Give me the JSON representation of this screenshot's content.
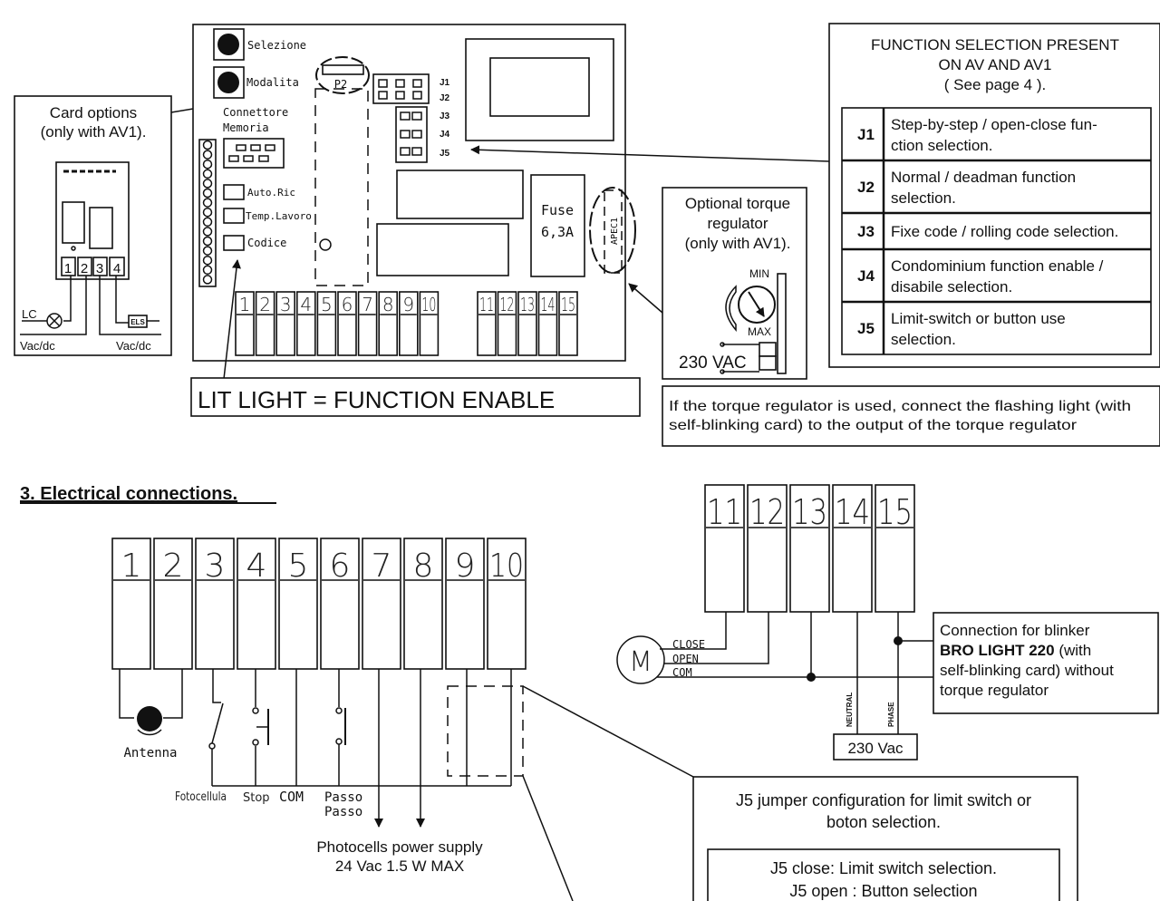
{
  "card_options": {
    "title_line1": "Card options",
    "title_line2": "(only with AV1).",
    "terminals": [
      "1",
      "2",
      "3",
      "4"
    ],
    "lamp_label": "LC",
    "els_label": "ELS",
    "left_supply": "Vac/dc",
    "right_supply": "Vac/dc"
  },
  "board": {
    "buttons": [
      {
        "label": "Selezione"
      },
      {
        "label": "Modalita"
      }
    ],
    "p2_label": "P2",
    "memory_connector_line1": "Connettore",
    "memory_connector_line2": "Memoria",
    "leds": [
      {
        "label": "Auto.Ric"
      },
      {
        "label": "Temp.Lavoro"
      },
      {
        "label": "Codice"
      }
    ],
    "jumpers": [
      "J1",
      "J2",
      "J3",
      "J4",
      "J5"
    ],
    "fuse_line1": "Fuse",
    "fuse_line2": "6,3A",
    "apec_label": "APEC1",
    "terminals_left": [
      "1",
      "2",
      "3",
      "4",
      "5",
      "6",
      "7",
      "8",
      "9",
      "10"
    ],
    "terminals_right": [
      "11",
      "12",
      "13",
      "14",
      "15"
    ]
  },
  "lit_light": "LIT LIGHT = FUNCTION ENABLE",
  "torque_regulator": {
    "title_line1": "Optional torque",
    "title_line2": "regulator",
    "title_line3": "(only with AV1).",
    "min_label": "MIN",
    "max_label": "MAX",
    "supply_label": "230 VAC"
  },
  "torque_note": {
    "line1": "If the torque regulator is used, connect the flashing light (with",
    "line2": "self-blinking card) to the output of the torque regulator"
  },
  "function_selection": {
    "title_line1": "FUNCTION SELECTION PRESENT",
    "title_line2": "ON AV AND AV1",
    "title_line3": "( See page 4 ).",
    "rows": [
      {
        "jumper": "J1",
        "line1": "Step-by-step / open-close fun-",
        "line2": "ction selection."
      },
      {
        "jumper": "J2",
        "line1": "Normal / deadman function",
        "line2": "selection."
      },
      {
        "jumper": "J3",
        "line1": "Fixe code / rolling code selection.",
        "line2": ""
      },
      {
        "jumper": "J4",
        "line1": "Condominium function enable /",
        "line2": "disabile selection."
      },
      {
        "jumper": "J5",
        "line1": "Limit-switch or button use",
        "line2": "selection."
      }
    ]
  },
  "section": {
    "title": "3. Electrical connections."
  },
  "wiring_left": {
    "terminals": [
      "1",
      "2",
      "3",
      "4",
      "5",
      "6",
      "7",
      "8",
      "9",
      "10"
    ],
    "antenna_label": "Antenna",
    "labels": {
      "fotocellula": "Fotocellula",
      "stop": "Stop",
      "com": "COM",
      "passo1": "Passo",
      "passo2": "Passo"
    },
    "power_line1": "Photocells power supply",
    "power_line2": "24 Vac  1.5 W  MAX"
  },
  "wiring_right": {
    "terminals": [
      "11",
      "12",
      "13",
      "14",
      "15"
    ],
    "motor_label": "M",
    "close_label": "CLOSE",
    "open_label": "OPEN",
    "com_label": "COM",
    "neutral_label": "NEUTRAL",
    "phase_label": "PHASE",
    "supply_label": "230 Vac",
    "blinker_line1": "Connection for blinker",
    "blinker_bold": "BRO LIGHT 220",
    "blinker_line2_rest": " (with",
    "blinker_line3": "self-blinking card) without",
    "blinker_line4": "torque regulator"
  },
  "j5_config": {
    "title_line1": "J5 jumper configuration for limit switch or",
    "title_line2": "boton selection.",
    "close_text": "J5 close: Limit switch selection.",
    "open_text": "J5 open : Button selection"
  }
}
